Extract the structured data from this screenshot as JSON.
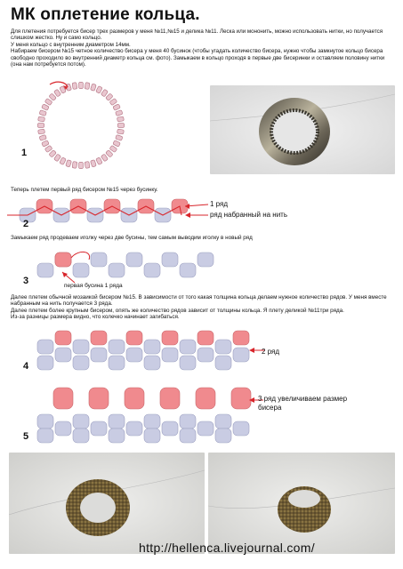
{
  "title": "МК оплетение кольца.",
  "intro": [
    "Для плетения потребуется бисер трех размеров у меня №11,№15 и делика  №11. Леска или мононить, можно использовать нитки, но получается слишком жестко. Ну и само кольцо.",
    "У меня кольцо с внутренним диаметром 14мм.",
    "Набираем бисером №15 четное количество бисера у меня 40 бусинок (чтобы угадать количество бисера, нужно чтобы замкнутое кольцо бисера свободно проходило во внутренний диаметр кольца см. фото). Замыкаем в кольцо проходя в первые две бисеринки и оставляем половину нитки (она нам потребуется потом)."
  ],
  "steps": {
    "s1": "1",
    "s2": "2",
    "s3": "3",
    "s4": "4",
    "s5": "5"
  },
  "text2": "Теперь плетем первый ряд бисером №15 через бусинку.",
  "label_row1": "1 ряд",
  "label_row_strung": "ряд набранный на нить",
  "text3": "Замыкаем ряд продеваем иголку через две бусины, тем самым выводим иголку в новый ряд",
  "label_first_bead": "первая бусина 1 ряда",
  "text4": [
    "Далее плетем обычной мозаикой бисером №15. В зависимости от того какая толщина кольца делаем нужное количество рядов. У меня вместе набранным на нить получается 3 ряда.",
    "Далее плетем более крупным бисером, опять же количество рядов зависит от толщины кольца. Я плету деликой №11три ряда.",
    "Из-за разницы размера видно, что колечко начинает загибаться."
  ],
  "label_row2": "2 ряд",
  "label_row3": "3 ряд увеличиваем размер бисера",
  "url": "http://hellenca.livejournal.com/",
  "colors": {
    "bead_grey": "#c9cce3",
    "bead_pink": "#f08a8e",
    "arrow": "#d8252b"
  }
}
